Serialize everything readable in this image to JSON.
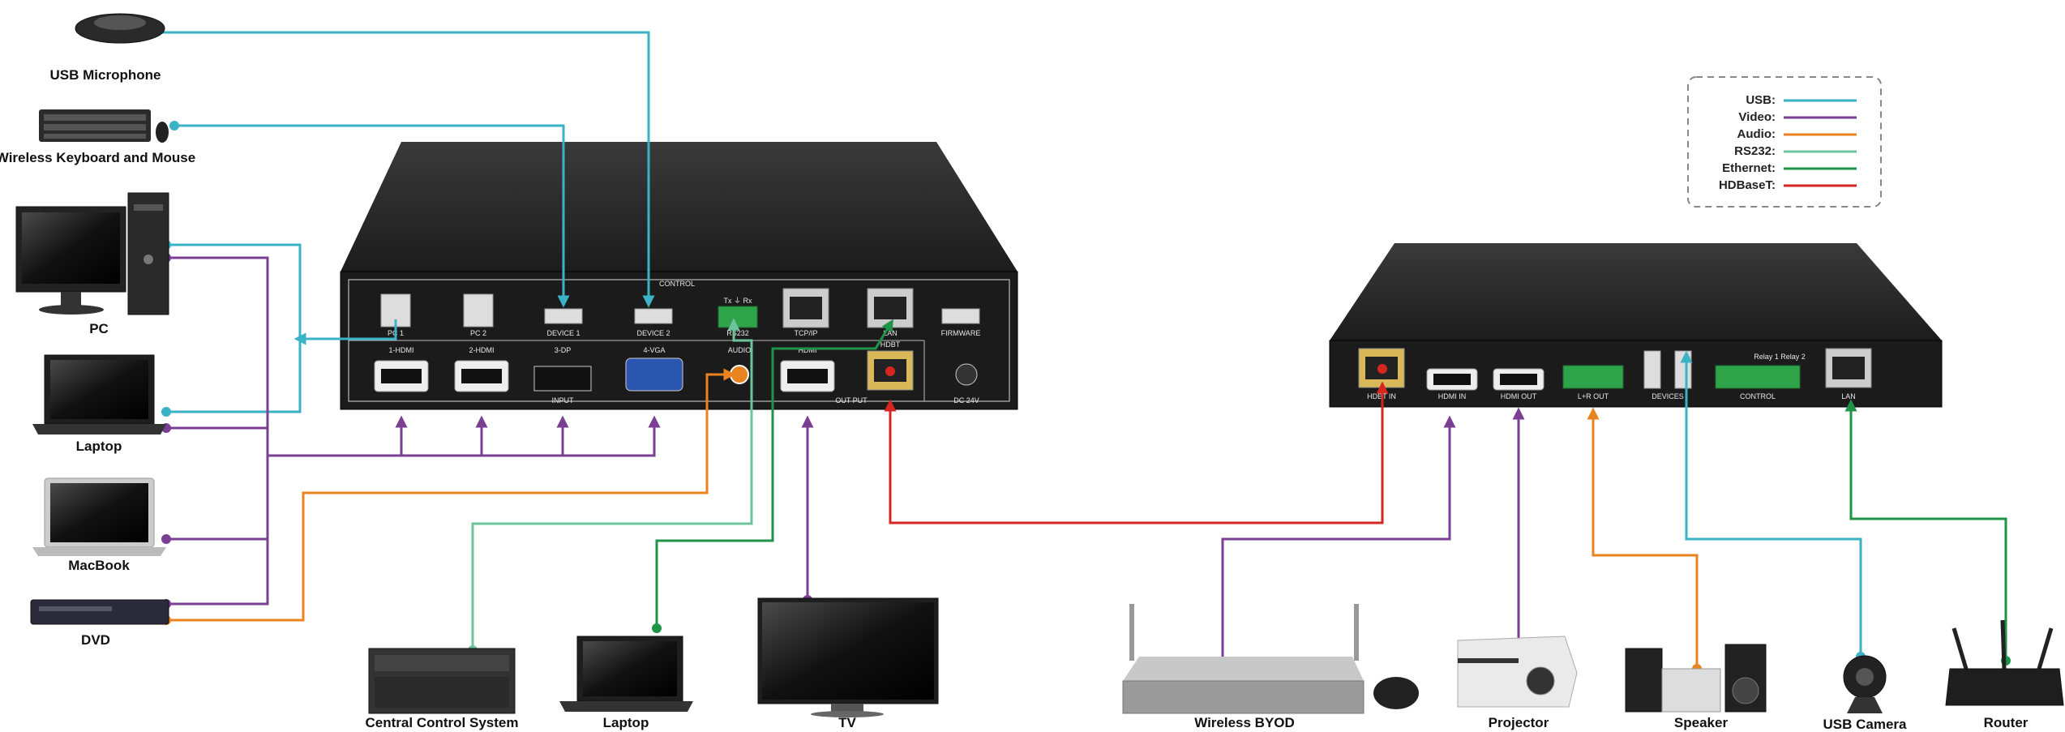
{
  "colors": {
    "usb": "#3bb3c6",
    "video": "#7a3f92",
    "audio": "#e9831f",
    "rs232": "#6cc49d",
    "ethernet": "#1f9448",
    "hdbaset": "#d6261f"
  },
  "legend": {
    "items": [
      {
        "label": "USB:",
        "color_key": "usb"
      },
      {
        "label": "Video:",
        "color_key": "video"
      },
      {
        "label": "Audio:",
        "color_key": "audio"
      },
      {
        "label": "RS232:",
        "color_key": "rs232"
      },
      {
        "label": "Ethernet:",
        "color_key": "ethernet"
      },
      {
        "label": "HDBaseT:",
        "color_key": "hdbaset"
      }
    ]
  },
  "devices": {
    "usb_microphone": "USB Microphone",
    "keyboard_mouse": "Wireless Keyboard and Mouse",
    "pc": "PC",
    "laptop_left": "Laptop",
    "macbook": "MacBook",
    "dvd": "DVD",
    "central_control": "Central Control System",
    "laptop_bottom": "Laptop",
    "tv": "TV",
    "wireless_byod": "Wireless BYOD",
    "projector": "Projector",
    "speaker": "Speaker",
    "usb_camera": "USB Camera",
    "router": "Router"
  },
  "transmitter": {
    "control_label": "CONTROL",
    "input_label": "INPUT",
    "output_label": "OUT PUT",
    "dc_label": "DC 24V",
    "firmware_label": "FIRMWARE",
    "ports": {
      "pc1": "PC 1",
      "pc2": "PC 2",
      "device1": "DEVICE 1",
      "device2": "DEVICE 2",
      "rs232": "RS232",
      "rs232_pins": "Tx ⏚ Rx",
      "tcpip": "TCP/IP",
      "lan": "LAN",
      "hdmi1": "1-HDMI",
      "hdmi2": "2-HDMI",
      "dp3": "3-DP",
      "vga4": "4-VGA",
      "audio": "AUDIO",
      "hdmi_out": "HDMI",
      "hdbt": "HDBT"
    }
  },
  "receiver": {
    "ports": {
      "hdbt_in": "HDBT IN",
      "hdmi_in": "HDMI IN",
      "hdmi_out": "HDMI OUT",
      "lr_out": "L+R OUT",
      "devices": "DEVICES",
      "control": "CONTROL",
      "lan": "LAN",
      "relay": "Relay 1  Relay 2"
    }
  }
}
